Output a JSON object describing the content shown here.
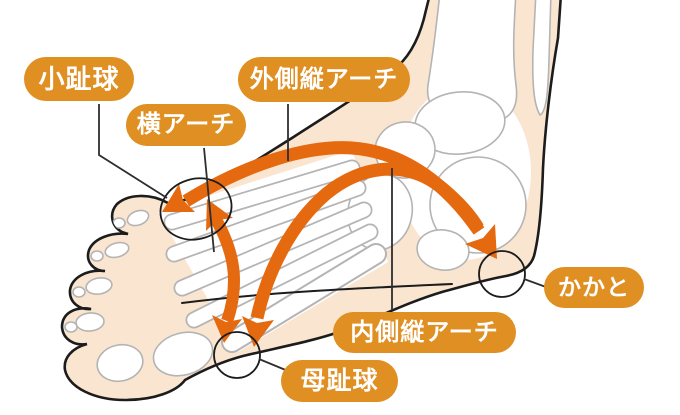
{
  "colors": {
    "background": "#ffffff",
    "skin": "#fae6d0",
    "outline": "#1c1c1c",
    "bone_fill": "#ffffff",
    "bone_stroke": "#b4b4b4",
    "arrow": "#e5690f",
    "label_bg": "#e08f23",
    "label_text": "#ffffff",
    "marker_stroke": "#1c1c1c",
    "leader": "#2e2e2e"
  },
  "figure": {
    "labels": {
      "little_toe_ball": "小趾球",
      "transverse_arch": "横アーチ",
      "lateral_longitudinal_arch": "外側縦アーチ",
      "heel": "かかと",
      "medial_longitudinal_arch": "内側縦アーチ",
      "big_toe_ball": "母趾球"
    },
    "arrows": [
      {
        "name": "lateral-longitudinal-arch-arrow",
        "between": [
          "小趾球",
          "かかと"
        ],
        "double_headed": true
      },
      {
        "name": "medial-longitudinal-arch-arrow",
        "between": [
          "かかと",
          "母趾球"
        ],
        "double_headed": false
      },
      {
        "name": "transverse-arch-arrow",
        "between": [
          "小趾球",
          "母趾球"
        ],
        "double_headed": true
      }
    ],
    "markers": [
      "小趾球",
      "母趾球",
      "かかと"
    ]
  }
}
